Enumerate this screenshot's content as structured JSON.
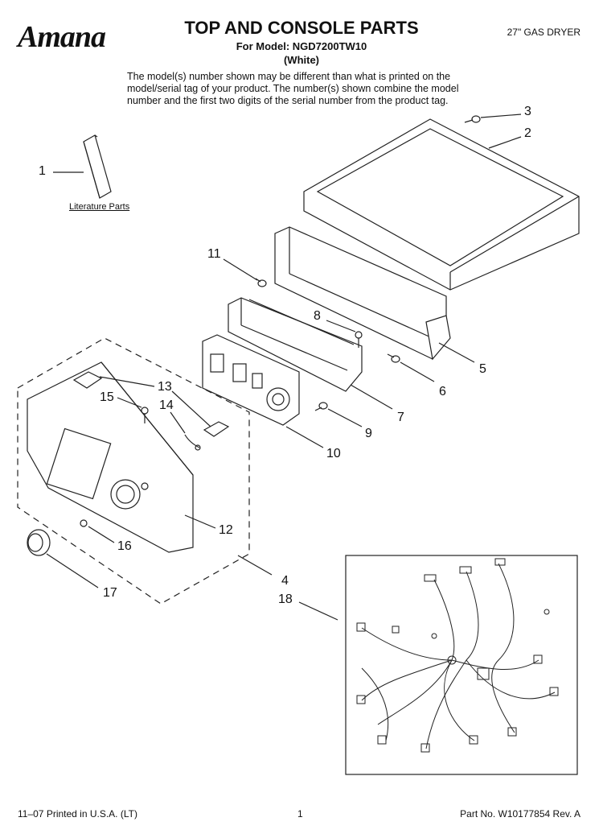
{
  "header": {
    "brand": "Amana",
    "title": "TOP AND CONSOLE PARTS",
    "model_line": "For Model: NGD7200TW10",
    "color": "(White)",
    "product_type": "27\" GAS DRYER"
  },
  "notice": "The model(s) number shown may be different than what is printed on the model/serial tag of your product. The number(s) shown combine the model number and the first two digits of the serial number from the product tag.",
  "literature_label": "Literature Parts",
  "callouts": [
    "1",
    "2",
    "3",
    "4",
    "5",
    "6",
    "7",
    "8",
    "9",
    "10",
    "11",
    "12",
    "13",
    "14",
    "15",
    "16",
    "17",
    "18"
  ],
  "footer": {
    "print_info": "11–07 Printed in U.S.A. (LT)",
    "page": "1",
    "part_no": "Part No. W10177854 Rev. A"
  }
}
